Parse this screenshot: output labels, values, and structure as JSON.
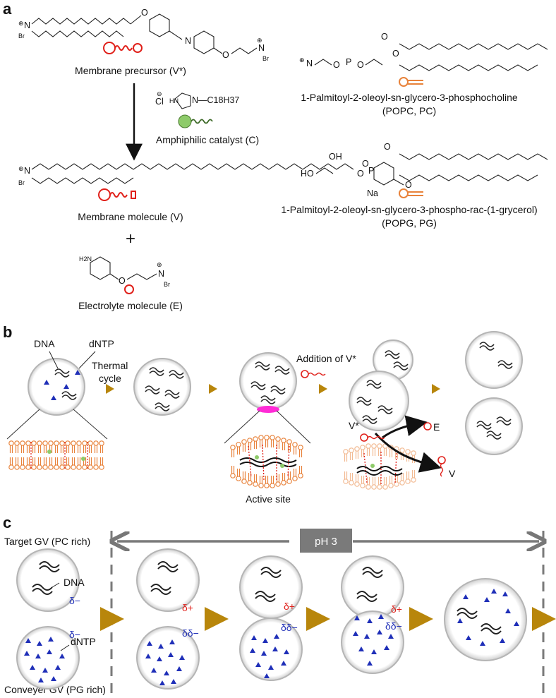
{
  "panels": {
    "a": "a",
    "b": "b",
    "c": "c"
  },
  "panel_a": {
    "membrane_precursor": "Membrane precursor (V*)",
    "catalyst": "Amphiphilic catalyst (C)",
    "catalyst_formula": "N—C18H37",
    "catalyst_counterion": "Cl",
    "membrane_molecule": "Membrane molecule (V)",
    "plus": "+",
    "electrolyte": "Electrolyte molecule (E)",
    "electrolyte_amine": "H2N",
    "br": "Br",
    "popc_line1": "1-Palmitoyl-2-oleoyl-sn-glycero-3-phosphocholine",
    "popc_line2": "(POPC, PC)",
    "popg_line1": "1-Palmitoyl-2-oleoyl-sn-glycero-3-phospho-rac-(1-grycerol)",
    "popg_line2": "(POPG, PG)",
    "na": "Na",
    "ho": "HO",
    "oh": "OH"
  },
  "panel_b": {
    "dna": "DNA",
    "dntp": "dNTP",
    "thermal_1": "Thermal",
    "thermal_2": "cycle",
    "addition": "Addition of V*",
    "active_site": "Active site",
    "v_star": "V*",
    "e": "E",
    "v": "V"
  },
  "panel_c": {
    "target": "Target GV (PC rich)",
    "conveyer": "Conveyer GV (PG rich)",
    "ph": "pH 3",
    "dna": "DNA",
    "dntp": "dNTP",
    "delta_minus": "δ−",
    "delta_plus": "δ+",
    "ddelta_minus": "δδ−"
  },
  "colors": {
    "arrow_gold": "#b8860b",
    "vesicle_edge": "#b5b5b5",
    "ph_box": "#7a7a7a",
    "red_label": "#e0201a",
    "blue_label": "#1f2fb8",
    "catalyst_green": "#8ecb6a",
    "lipid_orange": "#e8823a"
  }
}
